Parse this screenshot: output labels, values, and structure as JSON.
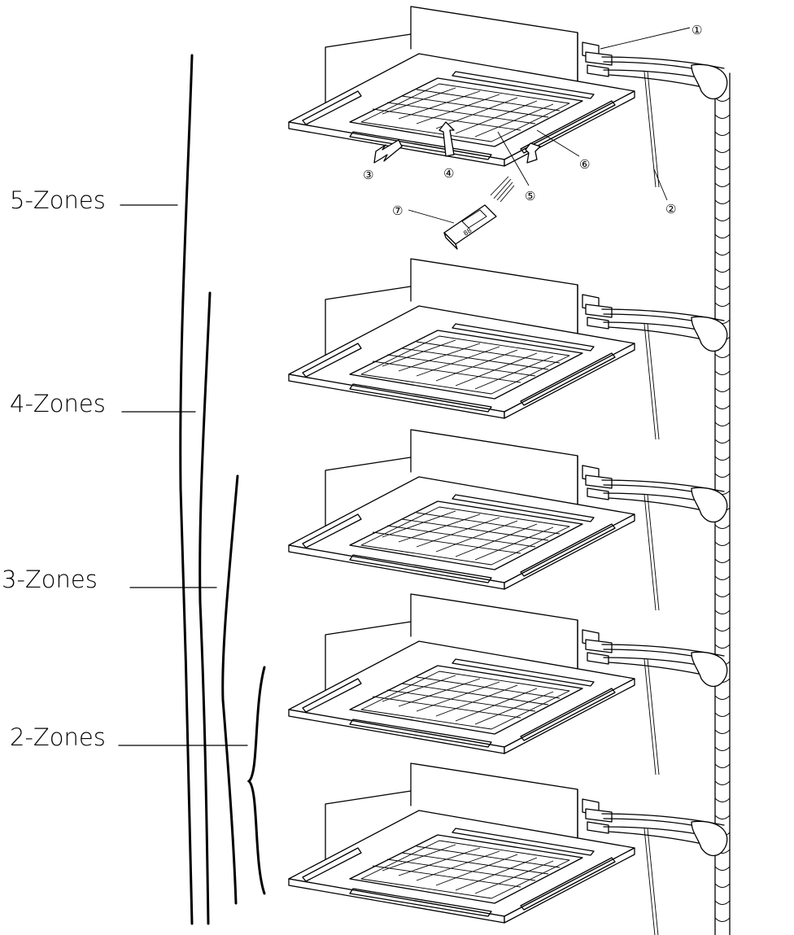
{
  "zones": [
    {
      "label": "5-Zones"
    },
    {
      "label": "4-Zones"
    },
    {
      "label": "3-Zones"
    },
    {
      "label": "2-Zones"
    }
  ],
  "callouts": [
    {
      "num": "①"
    },
    {
      "num": "②"
    },
    {
      "num": "③"
    },
    {
      "num": "④"
    },
    {
      "num": "⑤"
    },
    {
      "num": "⑥"
    },
    {
      "num": "⑦"
    }
  ],
  "units": 5,
  "remote_display": "88"
}
